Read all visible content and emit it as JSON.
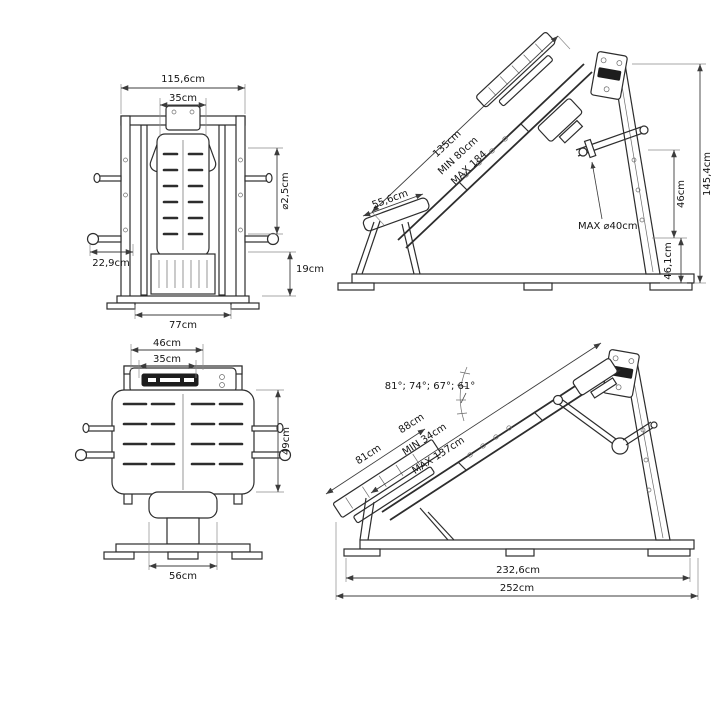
{
  "colors": {
    "background": "#ffffff",
    "line": "#2d2d2d",
    "dim_line": "#3c3c3c",
    "text": "#151515"
  },
  "views": {
    "front_top": {
      "dims": {
        "total_width": "115,6cm",
        "inner_width": "35cm",
        "hole_diameter": "⌀2,5cm",
        "handle_width": "22,9cm",
        "foot_height": "19cm",
        "base_width": "77cm"
      }
    },
    "side_top": {
      "dims": {
        "rail_length": "135cm",
        "rail_min": "MIN 80cm",
        "rail_max": "MAX 184",
        "seat_length": "55,6cm",
        "plate_max": "MAX ⌀40cm",
        "upper_height": "46cm",
        "lower_height": "46,1cm",
        "total_height": "145,4cm"
      }
    },
    "front_bottom": {
      "dims": {
        "top_width": "46cm",
        "inner_width": "35cm",
        "pad_height": "49cm",
        "seat_width": "56cm"
      }
    },
    "side_bottom": {
      "dims": {
        "angles": "81°; 74°; 67°; 61°",
        "travel": "88cm",
        "travel_min": "MIN 34cm",
        "travel_max": "MAX 137cm",
        "board_length": "81cm",
        "base_length": "232,6cm",
        "total_length": "252cm"
      }
    }
  }
}
